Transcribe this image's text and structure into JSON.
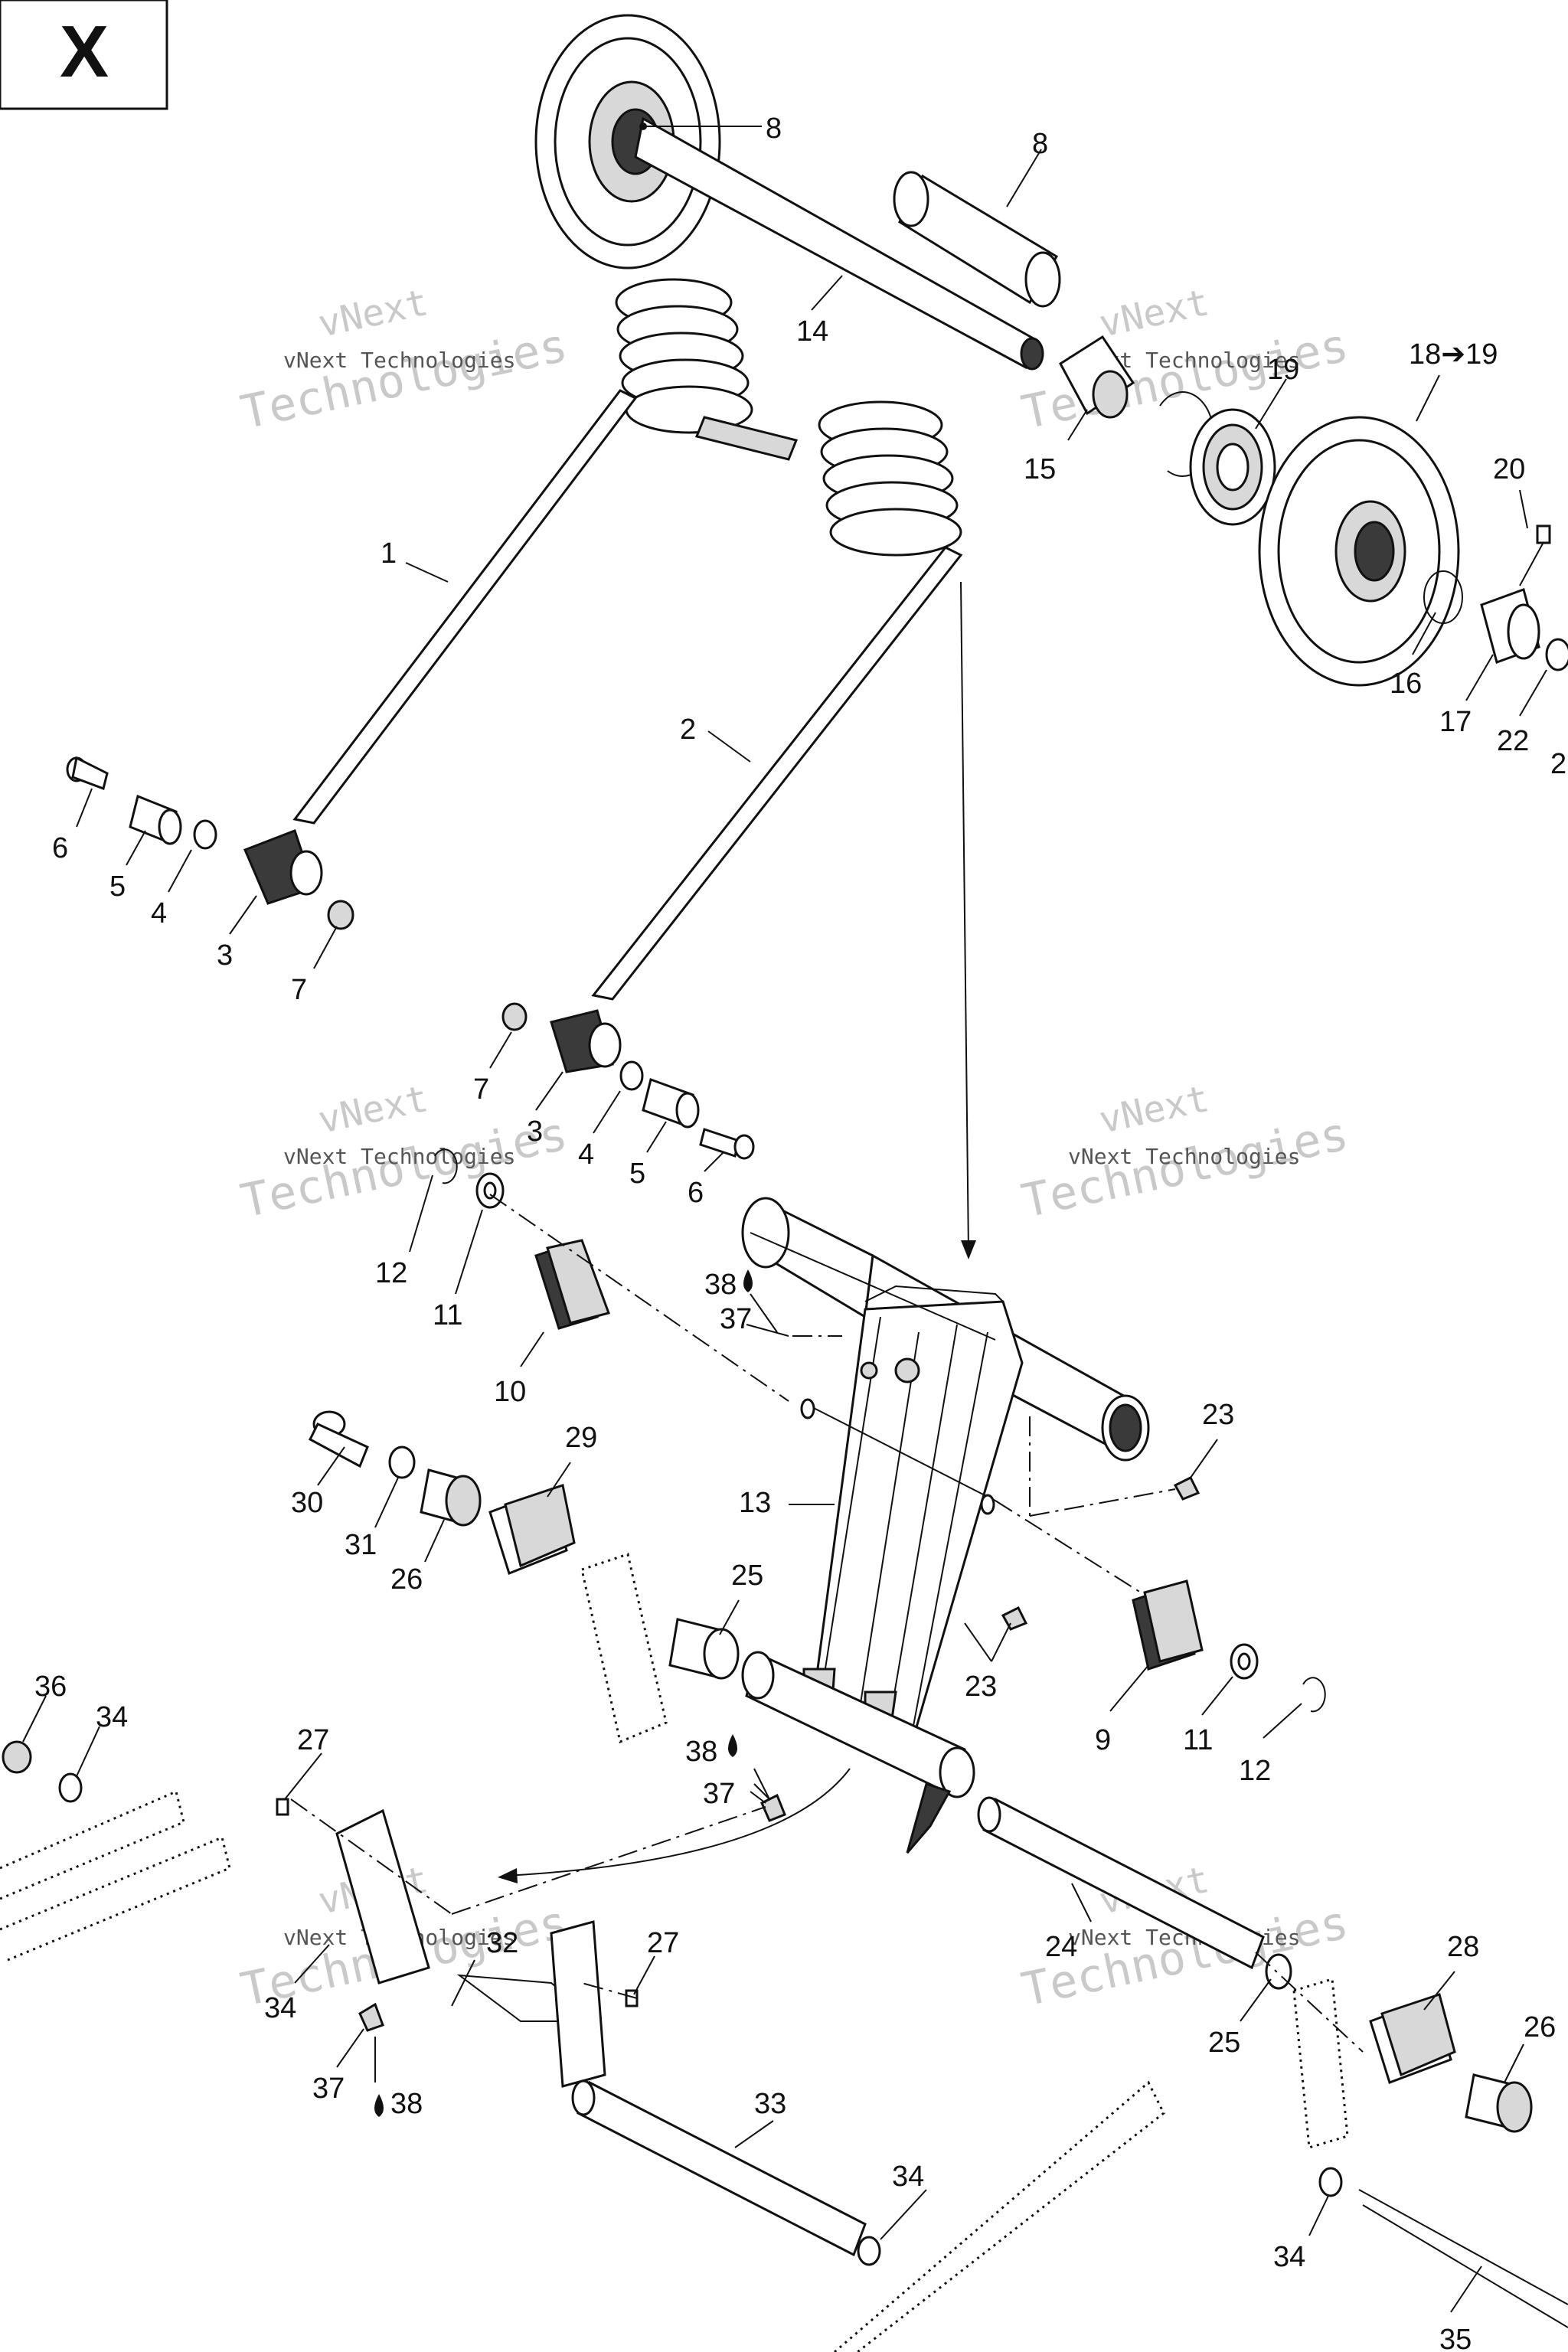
{
  "section_letter": "X",
  "watermark": {
    "line1": "vNext Technologies",
    "line2": "vNext",
    "line3": "Technologies"
  },
  "labels": [
    {
      "id": "l8a",
      "text": "8"
    },
    {
      "id": "l8b",
      "text": "8"
    },
    {
      "id": "l14",
      "text": "14"
    },
    {
      "id": "l19",
      "text": "19"
    },
    {
      "id": "l1819",
      "text": "18➔19"
    },
    {
      "id": "l15",
      "text": "15"
    },
    {
      "id": "l20",
      "text": "20"
    },
    {
      "id": "l16",
      "text": "16"
    },
    {
      "id": "l17",
      "text": "17"
    },
    {
      "id": "l22",
      "text": "22"
    },
    {
      "id": "l2r",
      "text": "2"
    },
    {
      "id": "l1",
      "text": "1"
    },
    {
      "id": "l2",
      "text": "2"
    },
    {
      "id": "l6a",
      "text": "6"
    },
    {
      "id": "l5a",
      "text": "5"
    },
    {
      "id": "l4a",
      "text": "4"
    },
    {
      "id": "l3a",
      "text": "3"
    },
    {
      "id": "l7a",
      "text": "7"
    },
    {
      "id": "l7b",
      "text": "7"
    },
    {
      "id": "l3b",
      "text": "3"
    },
    {
      "id": "l4b",
      "text": "4"
    },
    {
      "id": "l5b",
      "text": "5"
    },
    {
      "id": "l6b",
      "text": "6"
    },
    {
      "id": "l12a",
      "text": "12"
    },
    {
      "id": "l11a",
      "text": "11"
    },
    {
      "id": "l10",
      "text": "10"
    },
    {
      "id": "l38a",
      "text": "38"
    },
    {
      "id": "l37a",
      "text": "37"
    },
    {
      "id": "l23a",
      "text": "23"
    },
    {
      "id": "l13",
      "text": "13"
    },
    {
      "id": "l29",
      "text": "29"
    },
    {
      "id": "l30",
      "text": "30"
    },
    {
      "id": "l31",
      "text": "31"
    },
    {
      "id": "l26a",
      "text": "26"
    },
    {
      "id": "l25a",
      "text": "25"
    },
    {
      "id": "l23b",
      "text": "23"
    },
    {
      "id": "l9",
      "text": "9"
    },
    {
      "id": "l11b",
      "text": "11"
    },
    {
      "id": "l12b",
      "text": "12"
    },
    {
      "id": "l36",
      "text": "36"
    },
    {
      "id": "l34a",
      "text": "34"
    },
    {
      "id": "l27a",
      "text": "27"
    },
    {
      "id": "l38b",
      "text": "38"
    },
    {
      "id": "l37b",
      "text": "37"
    },
    {
      "id": "l32",
      "text": "32"
    },
    {
      "id": "l27b",
      "text": "27"
    },
    {
      "id": "l34b",
      "text": "34"
    },
    {
      "id": "l37c",
      "text": "37"
    },
    {
      "id": "l38c",
      "text": "38"
    },
    {
      "id": "l33",
      "text": "33"
    },
    {
      "id": "l34c",
      "text": "34"
    },
    {
      "id": "l24",
      "text": "24"
    },
    {
      "id": "l28",
      "text": "28"
    },
    {
      "id": "l25b",
      "text": "25"
    },
    {
      "id": "l26b",
      "text": "26"
    },
    {
      "id": "l34d",
      "text": "34"
    },
    {
      "id": "l35",
      "text": "35"
    }
  ]
}
